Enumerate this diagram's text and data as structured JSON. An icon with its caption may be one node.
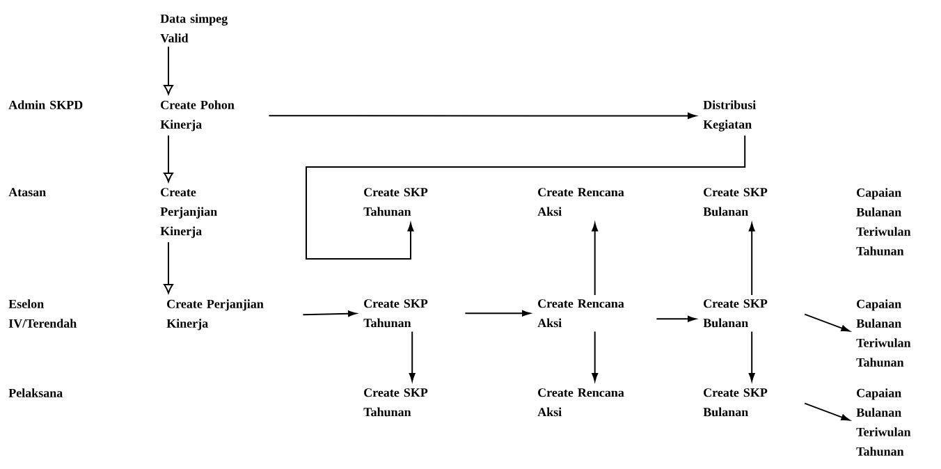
{
  "diagram": {
    "nodes": [
      {
        "text": [
          "Data simpeg Valid"
        ]
      },
      {
        "text": [
          "Create Pohon Kinerja"
        ]
      },
      {
        "text": [
          "Distribusi Kegiatan"
        ]
      },
      {
        "text": [
          "Create Perjanjian Kinerja"
        ]
      },
      {
        "text": [
          "Create SKP Tahunan"
        ]
      },
      {
        "text": [
          "Create Rencana Aksi"
        ]
      },
      {
        "text": [
          "Create SKP Bulanan"
        ]
      },
      {
        "text": [
          "Capaian Bulanan Teriwulan Tahunan"
        ]
      },
      {
        "text": [
          "Create Perjanjian Kinerja"
        ]
      },
      {
        "text": [
          "Create SKP Tahunan"
        ]
      },
      {
        "text": [
          "Create Rencana Aksi"
        ]
      },
      {
        "text": [
          "Create SKP Bulanan"
        ]
      },
      {
        "text": [
          "Capaian Bulanan Teriwulan Tahunan"
        ]
      },
      {
        "text": [
          "Create SKP Tahunan"
        ]
      },
      {
        "text": [
          "Create Rencana Aksi"
        ]
      },
      {
        "text": [
          "Create SKP Bulanan"
        ]
      },
      {
        "text": [
          "Capaian Bulanan Teriwulan Tahunan"
        ]
      }
    ],
    "edges": [
      {
        "from": 0,
        "to": 1,
        "arrow": "to"
      },
      {
        "from": 1,
        "to": 3,
        "arrow": "to"
      },
      {
        "from": 3,
        "to": 8,
        "arrow": "to"
      },
      {
        "from": 1,
        "to": 2,
        "arrow": "to"
      },
      {
        "from": 2,
        "to": 4,
        "arrow": "to"
      },
      {
        "from": 8,
        "to": 9,
        "arrow": "to"
      },
      {
        "from": 9,
        "to": 10,
        "arrow": "to"
      },
      {
        "from": 10,
        "to": 11,
        "arrow": "to"
      },
      {
        "from": 11,
        "to": 12,
        "arrow": "to"
      },
      {
        "from": 10,
        "to": 5,
        "arrow": "to"
      },
      {
        "from": 11,
        "to": 6,
        "arrow": "to"
      },
      {
        "from": 9,
        "to": 13,
        "arrow": "to"
      },
      {
        "from": 10,
        "to": 14,
        "arrow": "to"
      },
      {
        "from": 11,
        "to": 15,
        "arrow": "to"
      },
      {
        "from": 15,
        "to": 16,
        "arrow": "to"
      }
    ],
    "labels": [
      "Admin SKPD",
      "Atasan",
      "Eselon IV/Terendah",
      "Pelaksana"
    ]
  }
}
